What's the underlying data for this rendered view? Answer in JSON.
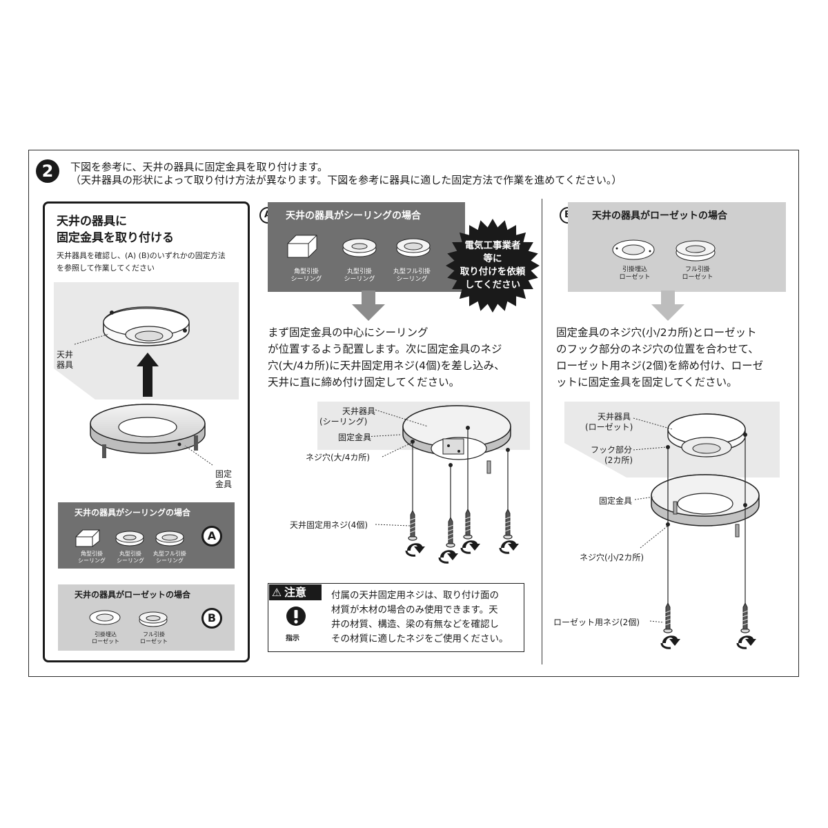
{
  "step": {
    "number": "2",
    "line1": "下図を参考に、天井の器具に固定金具を取り付けます。",
    "line2": "（天井器具の形状によって取り付け方法が異なります。下図を参考に器具に適した固定方法で作業を進めてください。）"
  },
  "left_panel": {
    "title_line1": "天井の器具に",
    "title_line2": "固定金具を取り付ける",
    "note_line1": "天井器具を確認し、(A) (B)のいずれかの固定方法",
    "note_line2": "を参照して作業してください",
    "label_ceiling_1": "天井",
    "label_ceiling_2": "器具",
    "label_bracket_1": "固定",
    "label_bracket_2": "金具",
    "card_a": {
      "title": "天井の器具がシーリングの場合",
      "letter": "A",
      "items": [
        {
          "line1": "角型引掛",
          "line2": "シーリング"
        },
        {
          "line1": "丸型引掛",
          "line2": "シーリング"
        },
        {
          "line1": "丸型フル引掛",
          "line2": "シーリング"
        }
      ]
    },
    "card_b": {
      "title": "天井の器具がローゼットの場合",
      "letter": "B",
      "items": [
        {
          "line1": "引掛埋込",
          "line2": "ローゼット"
        },
        {
          "line1": "フル引掛",
          "line2": "ローゼット"
        }
      ]
    }
  },
  "section_a": {
    "letter": "A",
    "title": "天井の器具がシーリングの場合",
    "items": [
      {
        "line1": "角型引掛",
        "line2": "シーリング"
      },
      {
        "line1": "丸型引掛",
        "line2": "シーリング"
      },
      {
        "line1": "丸型フル引掛",
        "line2": "シーリング"
      }
    ],
    "starburst": [
      "電気工事業者",
      "等に",
      "取り付けを依頼",
      "してください"
    ],
    "body": [
      "まず固定金具の中心にシーリング",
      "が位置するよう配置します。次に固定金具のネジ",
      "穴(大/4カ所)に天井固定用ネジ(4個)を差し込み、",
      "天井に直に締め付け固定してください。"
    ],
    "labels": {
      "ceiling_1": "天井器具",
      "ceiling_2": "(シーリング)",
      "bracket": "固定金具",
      "holes": "ネジ穴(大/4カ所)",
      "screws": "天井固定用ネジ(4個)"
    }
  },
  "caution": {
    "heading": "注意",
    "sub": "指示",
    "lines": [
      "付属の天井固定用ネジは、取り付け面の",
      "材質が木材の場合のみ使用できます。天",
      "井の材質、構造、梁の有無などを確認し",
      "その材質に適したネジをご使用ください。"
    ]
  },
  "section_b": {
    "letter": "B",
    "title": "天井の器具がローゼットの場合",
    "items": [
      {
        "line1": "引掛埋込",
        "line2": "ローゼット"
      },
      {
        "line1": "フル引掛",
        "line2": "ローゼット"
      }
    ],
    "body": [
      "固定金具のネジ穴(小/2カ所)とローゼット",
      "のフック部分のネジ穴の位置を合わせて、",
      "ローゼット用ネジ(2個)を締め付け、ローゼ",
      "ットに固定金具を固定してください。"
    ],
    "labels": {
      "ceiling_1": "天井器具",
      "ceiling_2": "(ローゼット)",
      "hook_1": "フック部分",
      "hook_2": "(2カ所)",
      "bracket": "固定金具",
      "holes": "ネジ穴(小/2カ所)",
      "screws": "ローゼット用ネジ(2個)"
    }
  }
}
